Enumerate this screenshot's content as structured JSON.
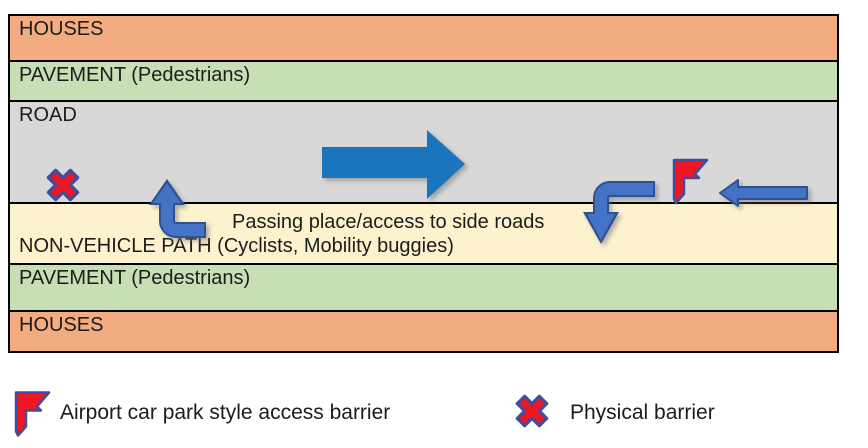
{
  "diagram": {
    "bands": [
      {
        "id": "houses-top",
        "label": "HOUSES",
        "color": "#F3AC80"
      },
      {
        "id": "pavement-top",
        "label": "PAVEMENT (Pedestrians)",
        "color": "#C6DFB5"
      },
      {
        "id": "road",
        "label": "ROAD",
        "color": "#D8D8D8"
      },
      {
        "id": "non-vehicle-path",
        "label": "NON-VEHICLE PATH (Cyclists, Mobility buggies)",
        "color": "#FCF2CE"
      },
      {
        "id": "pavement-bottom",
        "label": "PAVEMENT (Pedestrians)",
        "color": "#C6DFB5"
      },
      {
        "id": "houses-bottom",
        "label": "HOUSES",
        "color": "#F3AC80"
      }
    ],
    "annotation": "Passing place/access to side roads",
    "icons": [
      {
        "name": "traffic-flow-right-arrow-icon",
        "color": "#1B75BC"
      },
      {
        "name": "turn-up-from-path-arrow-icon",
        "color": "#4472C4"
      },
      {
        "name": "turn-down-to-path-arrow-icon",
        "color": "#4472C4"
      },
      {
        "name": "traffic-flow-left-arrow-icon",
        "color": "#4472C4"
      },
      {
        "name": "physical-barrier-x-icon",
        "color": "#EE1620"
      },
      {
        "name": "access-barrier-flag-icon",
        "color": "#EE1620"
      }
    ]
  },
  "legend": {
    "items": [
      {
        "icon": "access-barrier-flag-icon",
        "label": "Airport car park style access barrier"
      },
      {
        "icon": "physical-barrier-x-icon",
        "label": "Physical barrier"
      }
    ]
  },
  "colors": {
    "band_houses": "#F3AC80",
    "band_pavement": "#C6DFB5",
    "band_road": "#D8D8D8",
    "band_path": "#FCF2CE",
    "arrow_primary_blue": "#1B75BC",
    "arrow_secondary_blue": "#4472C4",
    "arrow_outline": "#2F528F",
    "barrier_red": "#EE1620",
    "barrier_outline": "#3F4E9C",
    "border": "#000000",
    "text": "#1c1c1c"
  }
}
